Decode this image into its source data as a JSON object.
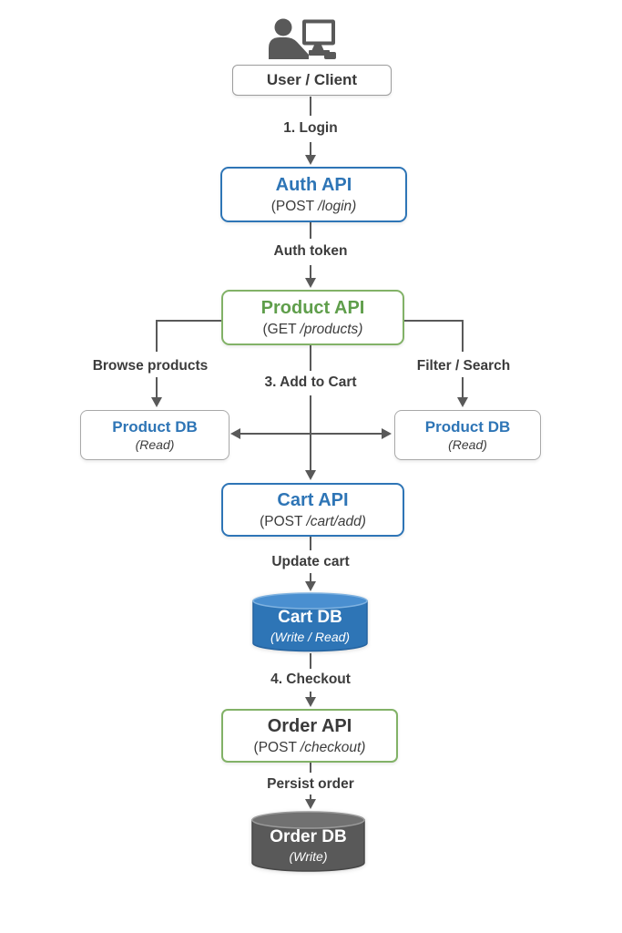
{
  "colors": {
    "line": "#595959",
    "text_dark": "#3c3c3c",
    "blue": "#2e75b6",
    "blue_cylinder_top": "#4a8fd0",
    "green_border": "#82b267",
    "green_text": "#5f9e4b",
    "gray_box_border": "#a9a9a9",
    "cylinder_gray": "#595959",
    "cylinder_gray_top": "#717171",
    "background": "#ffffff"
  },
  "icon": {
    "name": "person-at-computer"
  },
  "nodes": {
    "user_client": {
      "label": "User / Client"
    },
    "auth_api": {
      "title": "Auth API",
      "method": "(POST",
      "path": "/login)"
    },
    "product_api": {
      "title": "Product API",
      "method": "(GET",
      "path": "/products)"
    },
    "product_db_left": {
      "title": "Product DB",
      "sub": "(Read)"
    },
    "product_db_right": {
      "title": "Product DB",
      "sub": "(Read)"
    },
    "cart_api": {
      "title": "Cart API",
      "method": "(POST",
      "path": "/cart/add)"
    },
    "cart_db": {
      "title": "Cart DB",
      "sub": "(Write / Read)"
    },
    "order_api": {
      "title": "Order API",
      "method": "(POST",
      "path": "/checkout)"
    },
    "order_db": {
      "title": "Order DB",
      "sub": "(Write)"
    }
  },
  "edges": {
    "login": {
      "label": "1. Login"
    },
    "auth_token": {
      "label": "Auth token"
    },
    "browse_products": {
      "label": "Browse products"
    },
    "filter_search": {
      "label": "Filter / Search"
    },
    "add_to_cart": {
      "label": "3. Add to Cart"
    },
    "update_cart": {
      "label": "Update cart"
    },
    "checkout": {
      "label": "4. Checkout"
    },
    "persist_order": {
      "label": "Persist order"
    }
  }
}
